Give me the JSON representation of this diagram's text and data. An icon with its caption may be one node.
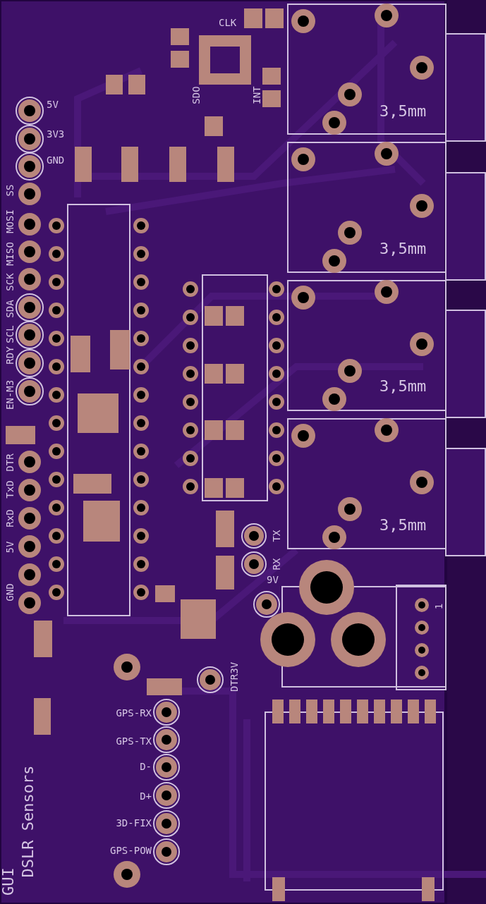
{
  "diagram": {
    "labels": [
      "CLK",
      "SDO",
      "INT",
      "3,5mm",
      "5V",
      "3V3",
      "GND",
      "SS",
      "MOSI",
      "MISO",
      "SCK",
      "3,5mm",
      "SDA",
      "SCL",
      "RDY",
      "EN-M3",
      "3,5mm",
      "DTR",
      "TxD",
      "RxD",
      "3,5mm",
      "TX",
      "5V",
      "RX",
      "9V",
      "GND",
      "1",
      "DTR3V",
      "GPS-RX",
      "GPS-TX",
      "D-",
      "D+",
      "3D-FIX",
      "GPS-POW",
      "DSLR Sensors",
      "GUI"
    ]
  }
}
